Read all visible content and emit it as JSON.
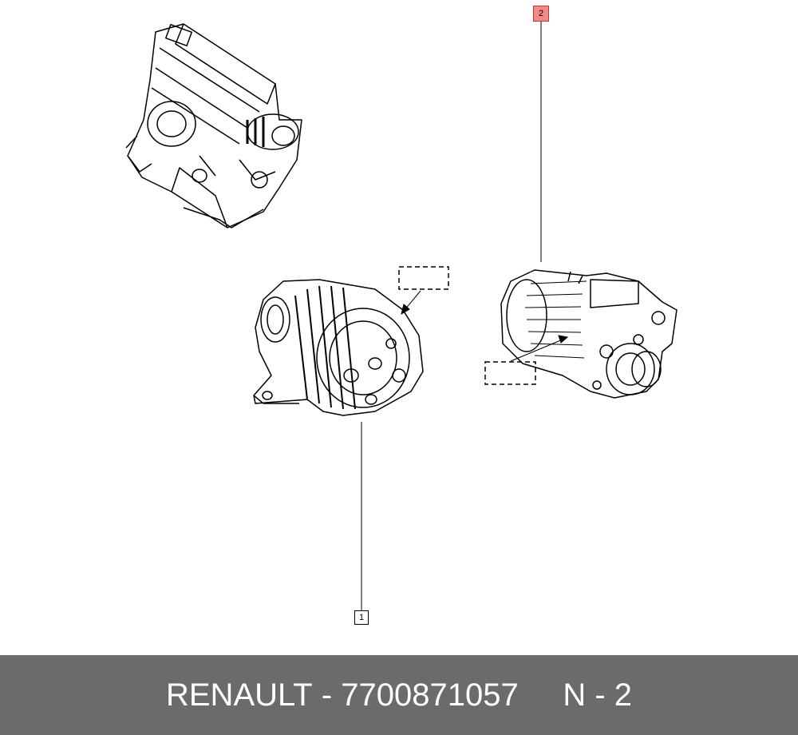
{
  "callouts": [
    {
      "id": "1",
      "highlighted": false
    },
    {
      "id": "2",
      "highlighted": true
    }
  ],
  "footer": {
    "brand": "RENAULT",
    "separator": " - ",
    "part_number": "7700871057",
    "diagram_ref": "N - 2"
  },
  "colors": {
    "highlight": "#f08a8a",
    "footer_bg": "#6b6b6b",
    "line": "#000000"
  }
}
